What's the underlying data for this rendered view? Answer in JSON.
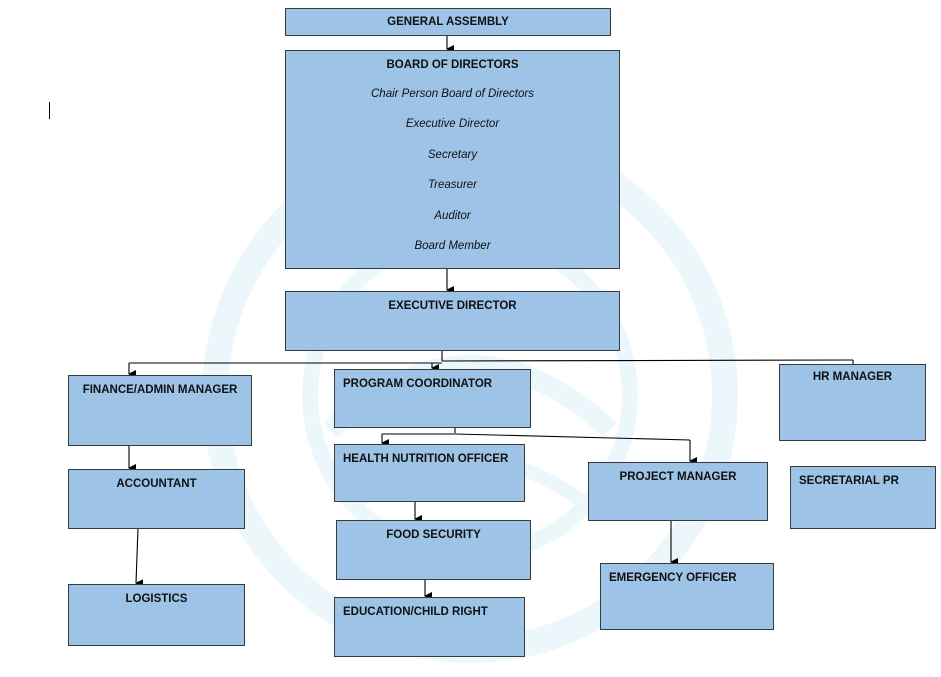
{
  "nodes": {
    "general_assembly": "GENERAL ASSEMBLY",
    "board_of_directors": {
      "title": "BOARD OF DIRECTORS",
      "members": [
        "Chair Person Board of Directors",
        "Executive Director",
        "Secretary",
        "Treasurer",
        "Auditor",
        "Board Member"
      ]
    },
    "executive_director": "EXECUTIVE DIRECTOR",
    "finance_admin_manager": "FINANCE/ADMIN MANAGER",
    "accountant": "ACCOUNTANT",
    "logistics": "LOGISTICS",
    "program_coordinator": "PROGRAM COORDINATOR",
    "health_nutrition_officer": "HEALTH NUTRITION OFFICER",
    "food_security": "FOOD SECURITY",
    "education_child_right": "EDUCATION/CHILD RIGHT",
    "project_manager": "PROJECT MANAGER",
    "emergency_officer": "EMERGENCY  OFFICER",
    "hr_manager": "HR MANAGER",
    "secretarial_pr": "SECRETARIAL PR"
  },
  "colors": {
    "box_fill": "#9dc3e6",
    "box_border": "#3a3a3a",
    "connector": "#000000",
    "watermark": "#6cc3e8"
  }
}
